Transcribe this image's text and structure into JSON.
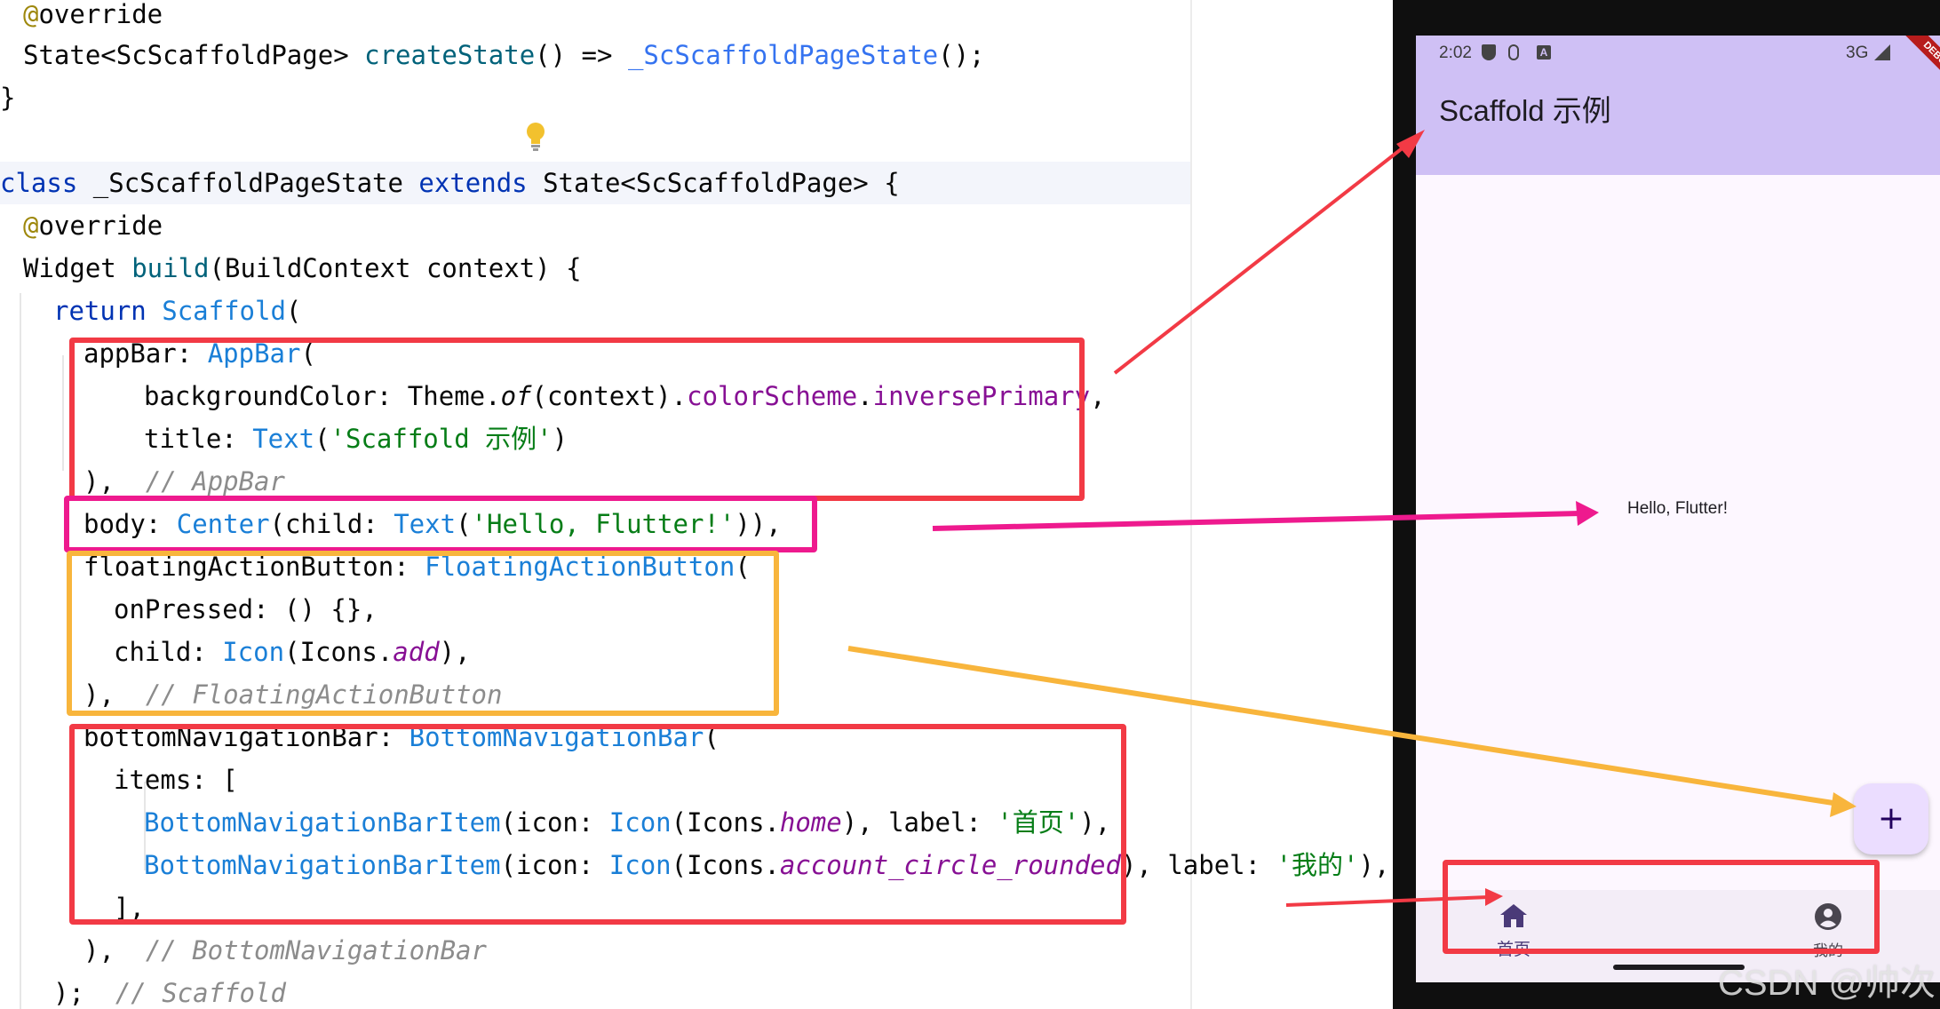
{
  "editor": {
    "lines": [
      {
        "indent": 26,
        "tokens": [
          {
            "t": "@",
            "c": "an"
          },
          {
            "t": "override",
            "c": ""
          }
        ]
      },
      {
        "indent": 26,
        "tokens": [
          {
            "t": "State<ScScaffoldPage> ",
            "c": ""
          },
          {
            "t": "createState",
            "c": "ty"
          },
          {
            "t": "() => ",
            "c": ""
          },
          {
            "t": "_ScScaffoldPageState",
            "c": "cl"
          },
          {
            "t": "();",
            "c": ""
          }
        ]
      },
      {
        "indent": 0,
        "tokens": [
          {
            "t": "}",
            "c": ""
          }
        ]
      },
      {
        "indent": 0,
        "tokens": []
      },
      {
        "indent": 0,
        "tokens": [
          {
            "t": "class",
            "c": "kw"
          },
          {
            "t": " _ScScaffoldPageState ",
            "c": ""
          },
          {
            "t": "extends",
            "c": "kw"
          },
          {
            "t": " State<ScScaffoldPage> {",
            "c": ""
          }
        ]
      },
      {
        "indent": 26,
        "tokens": [
          {
            "t": "@",
            "c": "an"
          },
          {
            "t": "override",
            "c": ""
          }
        ]
      },
      {
        "indent": 26,
        "tokens": [
          {
            "t": "Widget ",
            "c": ""
          },
          {
            "t": "build",
            "c": "ty"
          },
          {
            "t": "(BuildContext context) {",
            "c": ""
          }
        ]
      },
      {
        "indent": 60,
        "tokens": [
          {
            "t": "return",
            "c": "kw"
          },
          {
            "t": " ",
            "c": ""
          },
          {
            "t": "Scaffold",
            "c": "wd"
          },
          {
            "t": "(",
            "c": ""
          }
        ]
      },
      {
        "indent": 94,
        "tokens": [
          {
            "t": "appBar: ",
            "c": ""
          },
          {
            "t": "AppBar",
            "c": "wd"
          },
          {
            "t": "(",
            "c": ""
          }
        ]
      },
      {
        "indent": 162,
        "tokens": [
          {
            "t": "backgroundColor: Theme.",
            "c": ""
          },
          {
            "t": "of",
            "c": "it"
          },
          {
            "t": "(context).",
            "c": ""
          },
          {
            "t": "colorScheme",
            "c": "pp"
          },
          {
            "t": ".",
            "c": ""
          },
          {
            "t": "inversePrimary",
            "c": "pp"
          },
          {
            "t": ",",
            "c": ""
          }
        ]
      },
      {
        "indent": 162,
        "tokens": [
          {
            "t": "title: ",
            "c": ""
          },
          {
            "t": "Text",
            "c": "wd"
          },
          {
            "t": "(",
            "c": ""
          },
          {
            "t": "'Scaffold 示例'",
            "c": "str"
          },
          {
            "t": ")",
            "c": ""
          }
        ]
      },
      {
        "indent": 94,
        "tokens": [
          {
            "t": "),  ",
            "c": ""
          },
          {
            "t": "// AppBar",
            "c": "cm"
          }
        ]
      },
      {
        "indent": 94,
        "tokens": [
          {
            "t": "body: ",
            "c": ""
          },
          {
            "t": "Center",
            "c": "wd"
          },
          {
            "t": "(child: ",
            "c": ""
          },
          {
            "t": "Text",
            "c": "wd"
          },
          {
            "t": "(",
            "c": ""
          },
          {
            "t": "'Hello, Flutter!'",
            "c": "str"
          },
          {
            "t": ")),",
            "c": ""
          }
        ]
      },
      {
        "indent": 94,
        "tokens": [
          {
            "t": "floatingActionButton: ",
            "c": ""
          },
          {
            "t": "FloatingActionButton",
            "c": "wd"
          },
          {
            "t": "(",
            "c": ""
          }
        ]
      },
      {
        "indent": 128,
        "tokens": [
          {
            "t": "onPressed: () {},",
            "c": ""
          }
        ]
      },
      {
        "indent": 128,
        "tokens": [
          {
            "t": "child: ",
            "c": ""
          },
          {
            "t": "Icon",
            "c": "wd"
          },
          {
            "t": "(Icons.",
            "c": ""
          },
          {
            "t": "add",
            "c": "pp it"
          },
          {
            "t": "),",
            "c": ""
          }
        ]
      },
      {
        "indent": 94,
        "tokens": [
          {
            "t": "),  ",
            "c": ""
          },
          {
            "t": "// FloatingActionButton",
            "c": "cm"
          }
        ]
      },
      {
        "indent": 94,
        "tokens": [
          {
            "t": "bottomNavigationBar: ",
            "c": ""
          },
          {
            "t": "BottomNavigationBar",
            "c": "wd"
          },
          {
            "t": "(",
            "c": ""
          }
        ]
      },
      {
        "indent": 128,
        "tokens": [
          {
            "t": "items: [",
            "c": ""
          }
        ]
      },
      {
        "indent": 162,
        "tokens": [
          {
            "t": "BottomNavigationBarItem",
            "c": "wd"
          },
          {
            "t": "(icon: ",
            "c": ""
          },
          {
            "t": "Icon",
            "c": "wd"
          },
          {
            "t": "(Icons.",
            "c": ""
          },
          {
            "t": "home",
            "c": "pp it"
          },
          {
            "t": "), label: ",
            "c": ""
          },
          {
            "t": "'首页'",
            "c": "str"
          },
          {
            "t": "),",
            "c": ""
          }
        ]
      },
      {
        "indent": 162,
        "tokens": [
          {
            "t": "BottomNavigationBarItem",
            "c": "wd"
          },
          {
            "t": "(icon: ",
            "c": ""
          },
          {
            "t": "Icon",
            "c": "wd"
          },
          {
            "t": "(Icons.",
            "c": ""
          },
          {
            "t": "account_circle_rounded",
            "c": "pp it"
          },
          {
            "t": "), label: ",
            "c": ""
          },
          {
            "t": "'我的'",
            "c": "str"
          },
          {
            "t": "),",
            "c": ""
          }
        ]
      },
      {
        "indent": 128,
        "tokens": [
          {
            "t": "],",
            "c": ""
          }
        ]
      },
      {
        "indent": 94,
        "tokens": [
          {
            "t": "),  ",
            "c": ""
          },
          {
            "t": "// BottomNavigationBar",
            "c": "cm"
          }
        ]
      },
      {
        "indent": 60,
        "tokens": [
          {
            "t": ");  ",
            "c": ""
          },
          {
            "t": "// Scaffold",
            "c": "cm"
          }
        ]
      }
    ]
  },
  "annotations": {
    "appbar_color": "#f23a45",
    "body_color": "#ee1a8e",
    "fab_color": "#f8b53c",
    "bottomnav_color": "#f23a45"
  },
  "phone": {
    "status": {
      "time": "2:02",
      "network": "3G"
    },
    "debug_banner": "DEBUG",
    "appbar_title": "Scaffold 示例",
    "body_text": "Hello, Flutter!",
    "fab_icon": "+",
    "nav": [
      {
        "label": "首页",
        "icon": "home-icon",
        "selected": true
      },
      {
        "label": "我的",
        "icon": "account-circle-icon",
        "selected": false
      }
    ],
    "colors": {
      "appbar": "#cfc0f5",
      "surface": "#fdf7ff",
      "fab": "#ebddff",
      "nav_selected": "#4a3a78",
      "nav_unselected": "#49454f"
    }
  },
  "watermark": "CSDN @帅次"
}
